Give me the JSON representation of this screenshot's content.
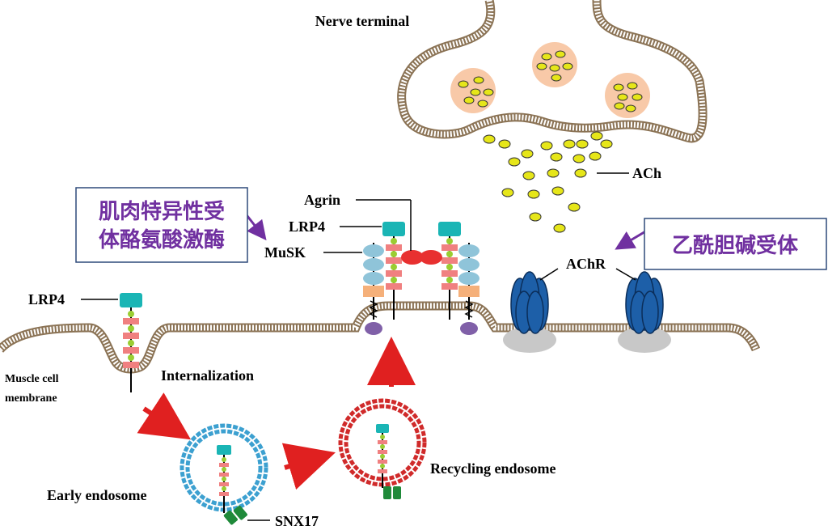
{
  "labels": {
    "nerve_terminal": "Nerve terminal",
    "ach": "ACh",
    "achr": "AChR",
    "agrin": "Agrin",
    "lrp4_top": "LRP4",
    "musk": "MuSK",
    "lrp4_left": "LRP4",
    "muscle_line1": "Muscle cell",
    "muscle_line2": "membrane",
    "internalization": "Internalization",
    "early_endosome": "Early endosome",
    "recycling_endosome": "Recycling endosome",
    "snx17": "SNX17"
  },
  "callouts": {
    "musk_cn_line1": "肌肉特异性受",
    "musk_cn_line2": "体酪氨酸激酶",
    "achr_cn": "乙酰胆碱受体"
  },
  "colors": {
    "membrane_outer": "#8b7355",
    "membrane_fill": "#ffffff",
    "vesicle": "#f8c9a8",
    "ach": "#e6e619",
    "lrp4_head": "#1ab5b5",
    "pink_seg": "#f08080",
    "green_dot": "#9acd32",
    "light_blue": "#8fc4d9",
    "orange": "#f5b07a",
    "purple": "#8060a8",
    "agrin": "#e83030",
    "achr": "#1d5fa8",
    "gray": "#c8c8c8",
    "arrow_red": "#e02020",
    "arrow_purple": "#7030a0",
    "early_endosome": "#3ca0d0",
    "recycling_endosome": "#d02a2a",
    "snx17": "#1f8a3a"
  }
}
